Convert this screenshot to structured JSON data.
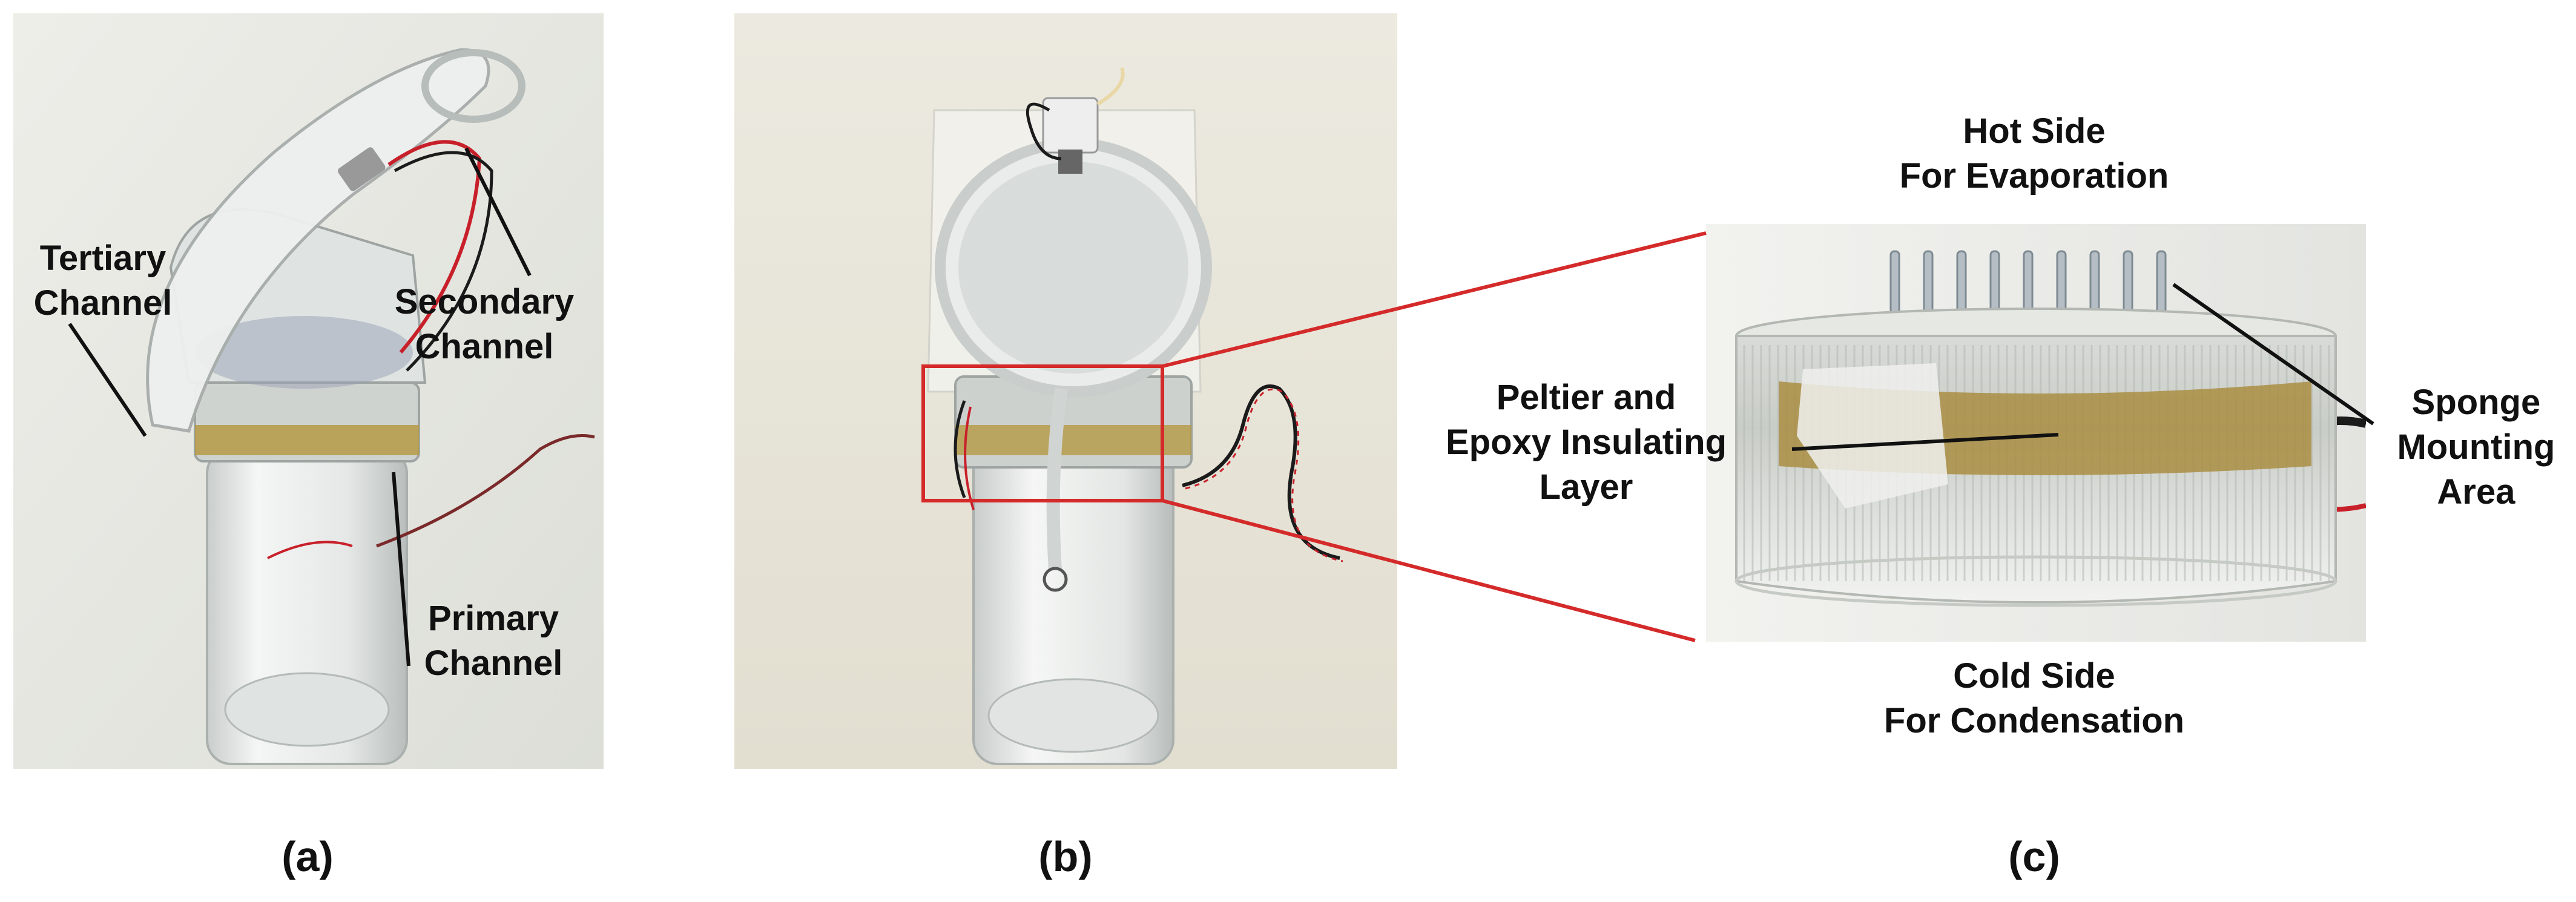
{
  "panel_a": {
    "labels": {
      "tertiary": "Tertiary\nChannel",
      "secondary": "Secondary\nChannel",
      "primary": "Primary\nChannel"
    },
    "caption": "(a)"
  },
  "panel_b": {
    "caption": "(b)"
  },
  "panel_c": {
    "labels": {
      "hot_side": "Hot Side\nFor Evaporation",
      "cold_side": "Cold Side\nFor Condensation",
      "peltier": "Peltier and\nEpoxy Insulating\nLayer",
      "sponge": "Sponge\nMounting\nArea"
    },
    "caption": "(c)"
  },
  "colors": {
    "zoom_lines": "#d42a2a",
    "wire_red": "#c8202a",
    "wire_black": "#1b1b1b",
    "epoxy_band": "#b59a45"
  }
}
